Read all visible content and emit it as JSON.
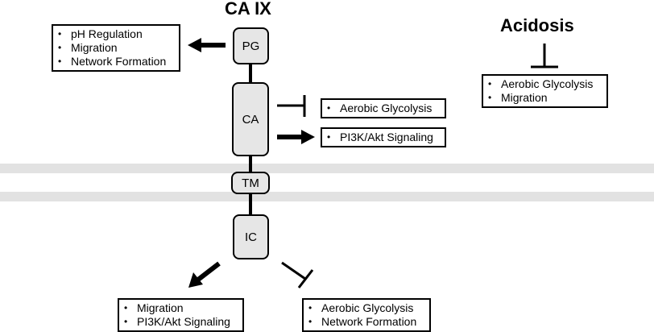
{
  "title": "CA IX",
  "acidosis": {
    "title": "Acidosis",
    "items": [
      "Aerobic Glycolysis",
      "Migration"
    ]
  },
  "domains": {
    "pg": "PG",
    "ca": "CA",
    "tm": "TM",
    "ic": "IC"
  },
  "pg_effects": [
    "pH Regulation",
    "Migration",
    "Network Formation"
  ],
  "ca_inhibits": [
    "Aerobic Glycolysis"
  ],
  "ca_activates": [
    "PI3K/Akt Signaling"
  ],
  "ic_activates": [
    "Migration",
    "PI3K/Akt Signaling"
  ],
  "ic_inhibits": [
    "Aerobic Glycolysis",
    "Network Formation"
  ],
  "colors": {
    "membrane": "#e2e2e2",
    "domain_fill": "#e6e6e6",
    "line": "#000000"
  }
}
